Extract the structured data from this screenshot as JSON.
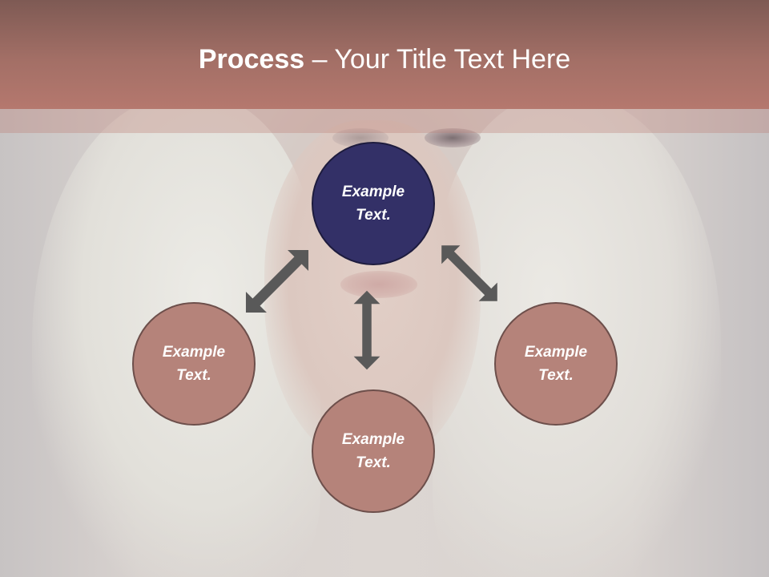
{
  "slide": {
    "title_bold": "Process",
    "title_rest": " – Your Title Text Here"
  },
  "diagram": {
    "center": {
      "label": "Example Text."
    },
    "nodes": [
      {
        "label": "Example Text."
      },
      {
        "label": "Example Text."
      },
      {
        "label": "Example Text."
      }
    ]
  },
  "colors": {
    "header": "#a36f66",
    "center_circle": "#333067",
    "node_circle": "#b5837a",
    "arrow": "#595959"
  }
}
